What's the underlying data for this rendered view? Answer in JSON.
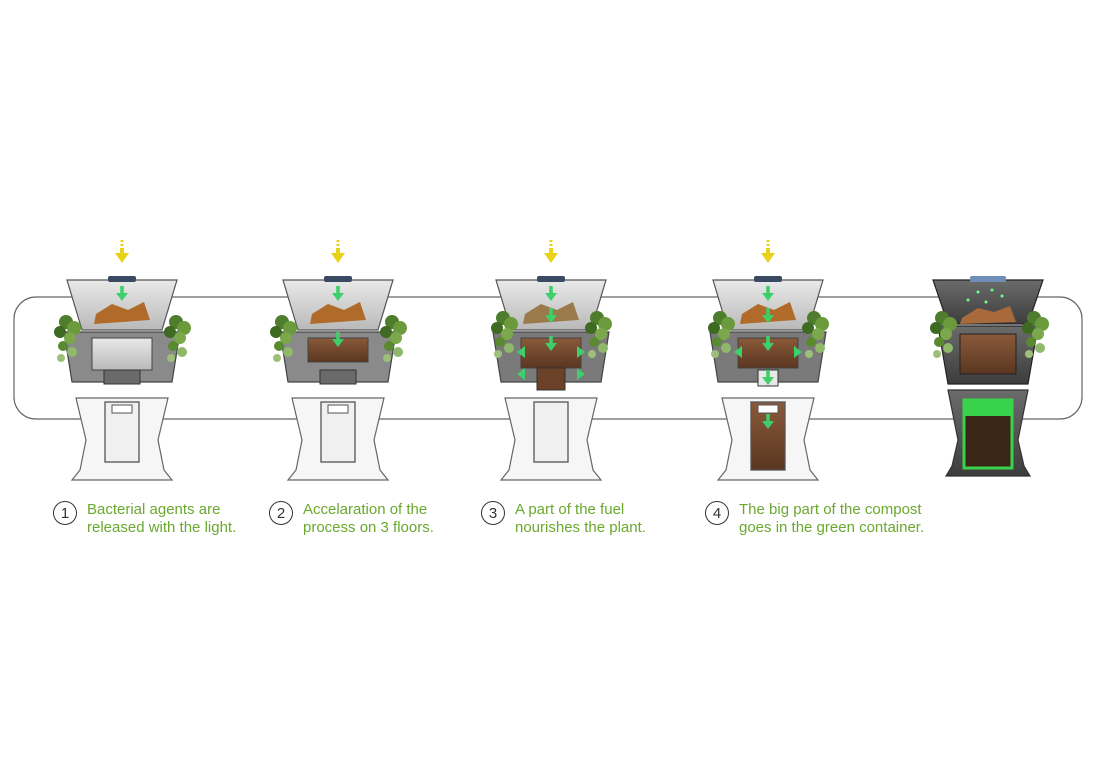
{
  "steps": [
    {
      "number": "1",
      "text": "Bacterial agents are\nreleased with the light."
    },
    {
      "number": "2",
      "text": "Accelaration of the\nprocess on 3 floors."
    },
    {
      "number": "3",
      "text": "A part of the fuel\nnourishes the plant."
    },
    {
      "number": "4",
      "text": "The big part of the compost\ngoes in the green container."
    }
  ],
  "colors": {
    "text_green": "#6aa82e",
    "light_arrow": "#e8d21a",
    "flow_arrow": "#3ecf6a",
    "container_green": "#39d24c",
    "outline": "#555555"
  },
  "icons": [
    "light-arrow-icon",
    "flow-arrow-icon",
    "plant-foliage-icon",
    "compost-unit-icon"
  ]
}
